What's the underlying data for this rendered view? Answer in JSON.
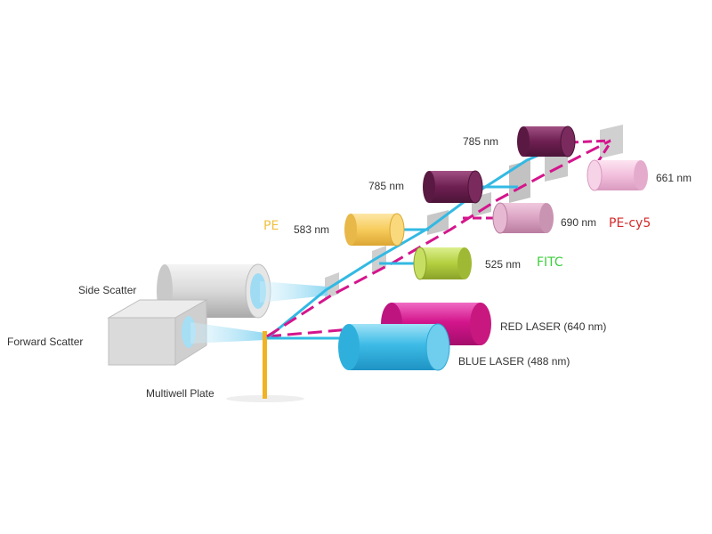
{
  "labels": {
    "side_scatter": "Side Scatter",
    "forward_scatter": "Forward Scatter",
    "multiwell_plate": "Multiwell Plate",
    "red_laser": "RED LASER (640 nm)",
    "blue_laser": "BLUE LASER (488 nm)"
  },
  "detectors": [
    {
      "id": "det-785-top",
      "wavelength": "785 nm",
      "dye": "",
      "color": "#6e1f52"
    },
    {
      "id": "det-661",
      "wavelength": "661 nm",
      "dye": "",
      "color": "#f2bfdc"
    },
    {
      "id": "det-785-mid",
      "wavelength": "785 nm",
      "dye": "",
      "color": "#5e1d46"
    },
    {
      "id": "det-690",
      "wavelength": "690 nm",
      "dye": "PE-cy5",
      "dye_color": "#d42a2a",
      "color": "#dba3c3"
    },
    {
      "id": "det-583",
      "wavelength": "583 nm",
      "dye": "PE",
      "dye_color": "#f0c040",
      "color": "#f7cc5c"
    },
    {
      "id": "det-525",
      "wavelength": "525 nm",
      "dye": "FITC",
      "dye_color": "#3ccf3c",
      "color": "#b4cf3f"
    }
  ],
  "colors": {
    "red_laser": "#d4158c",
    "blue_laser": "#33b9e3",
    "sample_stream": "#f0b323",
    "scatter_body": "#d8d8d8"
  }
}
